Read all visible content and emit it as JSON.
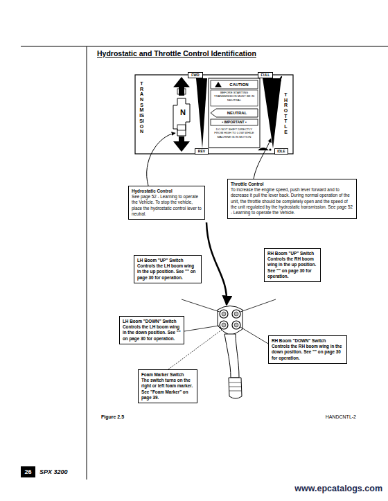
{
  "diagram": {
    "title": "Hydrostatic and Throttle Control Identification",
    "caption": "Figure 2.5",
    "nodes": [
      {
        "text": [
          "Hydrostatic Control",
          "See page 52 - Learning to operate the Vehicle. To stop the vehicle, place the hydrostatic control lever to neutral."
        ]
      },
      {
        "text": [
          "Throttle Control",
          "To increase the engine speed, push lever forward and to decrease it pull the lever back. During normal operation of the unit, the throttle should be completely open and the speed of the unit regulated by the hydrostatic transmission. See page 52 - Learning to operate the Vehicle."
        ]
      },
      {
        "text": [
          "LH Boom \"UP\" Switch",
          "Controls the LH boom wing in the up position. See \"\" on page 30 for operation."
        ]
      },
      {
        "text": [
          "RH Boom \"UP\" Switch",
          "Controls the RH boom wing in the up position. See \"\" on page 30 for operation."
        ]
      },
      {
        "text": [
          "LH Boom \"DOWN\" Switch",
          "Controls the LH boom wing in the down position. See \"\" on page 30 for operation."
        ]
      },
      {
        "text": [
          "RH Boom \"DOWN\" Switch",
          "Controls the RH boom wing in the down position. See \"\" on page 30 for operation."
        ]
      },
      {
        "text": [
          "Foam Marker Switch",
          "The switch turns on the right or left foam marker. See \"Foam Marker\" on page 39."
        ]
      }
    ],
    "labels": [
      "FWD",
      "FULL",
      "REV",
      "IDLE",
      "N",
      "TRANSMISSION",
      "THROTTLE",
      "CAUTION",
      "BEFORE STARTING TRANSMISSION MUST BE IN NEUTRAL",
      "NEUTRAL",
      "• IMPORTANT •",
      "DO NOT SHIFT DIRECTLY FROM HIGH TO LOW WHILE MACHINE IS IN MOTION",
      "HANDCNTL-2",
      "26",
      "SPX 3200",
      "www.epcatalogs.com"
    ]
  }
}
